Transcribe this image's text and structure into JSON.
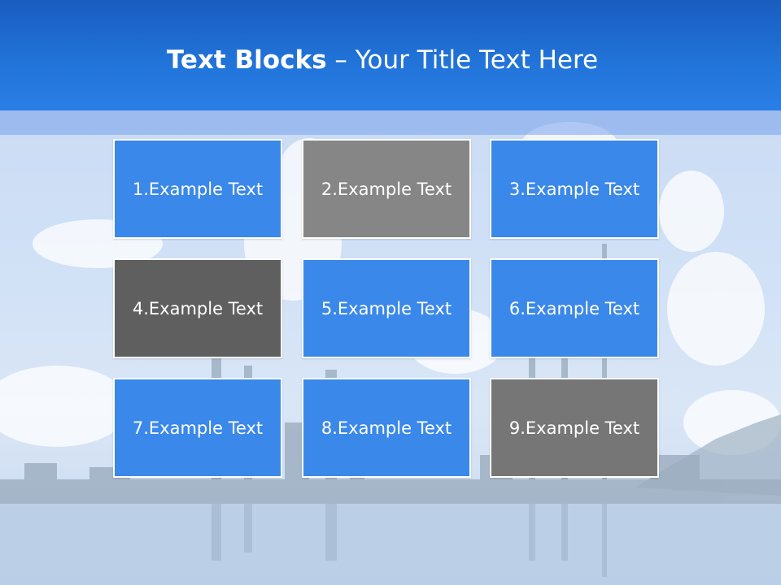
{
  "slide": {
    "title_bold": "Text Blocks",
    "title_dash": " – ",
    "title_rest": "Your Title Text Here",
    "colors": {
      "title_bar": "#2173d8",
      "block_blue": "#3a88e9",
      "block_gray": "#868686",
      "block_dark": "#5f5f5f",
      "block_mid_gray": "#767676"
    },
    "blocks": [
      {
        "label": "1.Example Text",
        "color": "#3a88e9"
      },
      {
        "label": "2.Example Text",
        "color": "#868686"
      },
      {
        "label": "3.Example Text",
        "color": "#3a88e9"
      },
      {
        "label": "4.Example Text",
        "color": "#5f5f5f"
      },
      {
        "label": "5.Example Text",
        "color": "#3a88e9"
      },
      {
        "label": "6.Example Text",
        "color": "#3a88e9"
      },
      {
        "label": "7.Example Text",
        "color": "#3a88e9"
      },
      {
        "label": "8.Example Text",
        "color": "#3a88e9"
      },
      {
        "label": "9.Example Text",
        "color": "#767676"
      }
    ]
  }
}
